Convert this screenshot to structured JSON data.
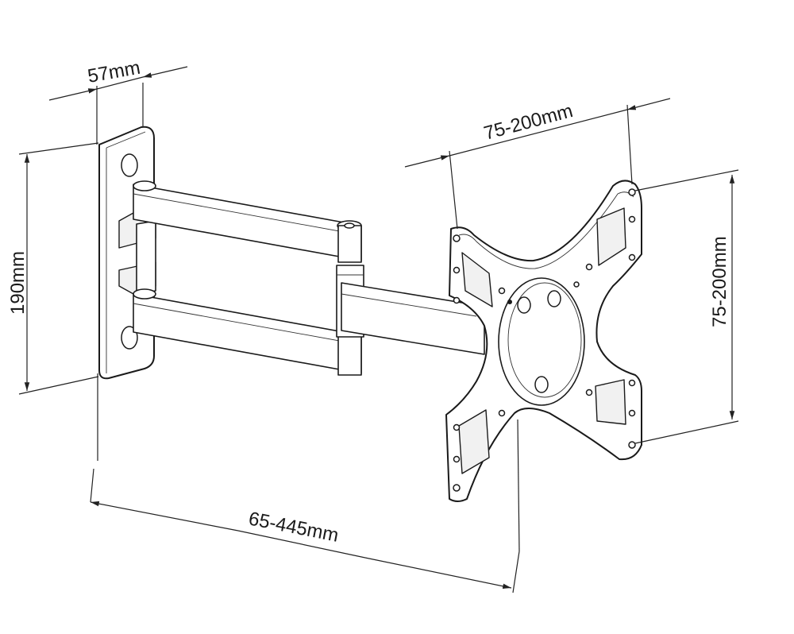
{
  "dimensions": {
    "wall_plate_depth": "57mm",
    "wall_plate_height": "190mm",
    "vesa_horizontal": "75-200mm",
    "vesa_vertical": "75-200mm",
    "extension_range": "65-445mm"
  },
  "colors": {
    "line": "#1a1a1a",
    "background": "#ffffff"
  }
}
